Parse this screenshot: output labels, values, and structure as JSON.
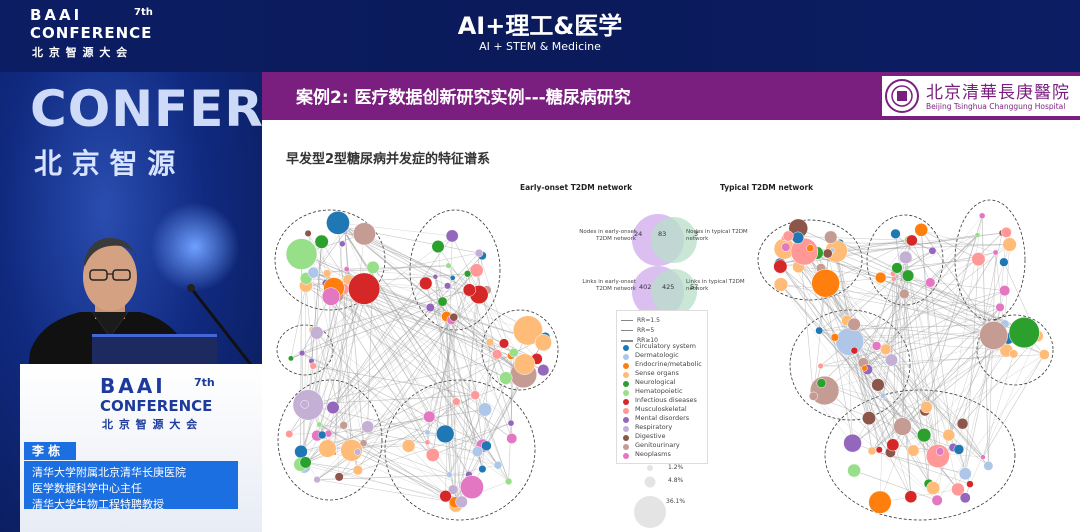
{
  "conference": {
    "logo_top": "BAAI",
    "logo_ed": "7th",
    "logo_main": "CONFERENCE",
    "logo_cn": "北 京 智 源 大 会",
    "backdrop_text": "CONFERE",
    "backdrop_cn": "北 京 智 源"
  },
  "session": {
    "title": "AI+理工&医学",
    "subtitle": "AI + STEM & Medicine"
  },
  "podium": {
    "logo_top": "BAAI",
    "logo_ed": "7th",
    "logo_main": "CONFERENCE",
    "logo_cn": "北 京 智 源 大 会"
  },
  "speaker": {
    "name": "李 栋",
    "lines": [
      "清华大学附属北京清华长庚医院",
      "医学数据科学中心主任",
      "清华大学生物工程特聘教授"
    ]
  },
  "slide": {
    "heading": "案例2: 医疗数据创新研究实例---糖尿病研究",
    "hospital_cn": "北京清華長庚醫院",
    "hospital_en": "Beijing Tsinghua Changgung Hospital",
    "subheading": "早发型2型糖尿病并发症的特征谱系",
    "left_network_title": "Early-onset T2DM network",
    "right_network_title": "Typical T2DM network",
    "venn_nodes": {
      "left_label": "Nodes in early-onset T2DM network",
      "right_label": "Nodes in typical T2DM network",
      "left": "24",
      "mid": "83",
      "right": "3"
    },
    "venn_links": {
      "left_label": "Links in early-onset T2DM network",
      "right_label": "Links in typical T2DM network",
      "left": "402",
      "mid": "425",
      "right": "57"
    },
    "rr_legend": [
      "RR=1.5",
      "RR=5",
      "RR≥10"
    ],
    "size_legend": [
      "1.2%",
      "4.8%",
      "36.1%"
    ]
  },
  "categories": [
    {
      "name": "Circulatory system",
      "color": "#1f77b4"
    },
    {
      "name": "Dermatologic",
      "color": "#aec7e8"
    },
    {
      "name": "Endocrine/metabolic",
      "color": "#ff7f0e"
    },
    {
      "name": "Sense organs",
      "color": "#ffbb78"
    },
    {
      "name": "Neurological",
      "color": "#2ca02c"
    },
    {
      "name": "Hematopoietic",
      "color": "#98df8a"
    },
    {
      "name": "Infectious diseases",
      "color": "#d62728"
    },
    {
      "name": "Musculoskeletal",
      "color": "#ff9896"
    },
    {
      "name": "Mental disorders",
      "color": "#9467bd"
    },
    {
      "name": "Respiratory",
      "color": "#c5b0d5"
    },
    {
      "name": "Digestive",
      "color": "#8c564b"
    },
    {
      "name": "Genitourinary",
      "color": "#c49c94"
    },
    {
      "name": "Neoplasms",
      "color": "#e377c2"
    }
  ]
}
